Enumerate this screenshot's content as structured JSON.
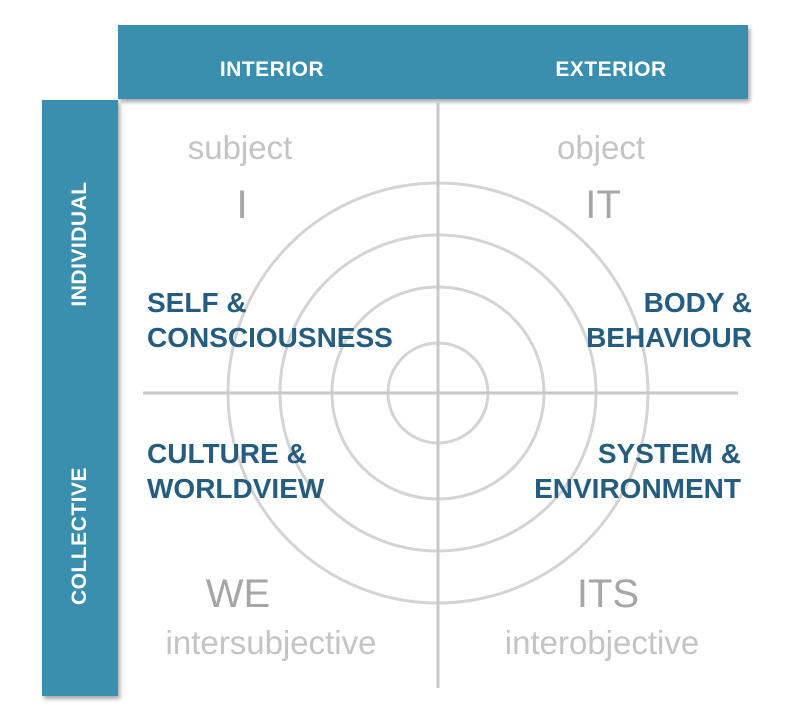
{
  "headers": {
    "top": {
      "interior": "INTERIOR",
      "exterior": "EXTERIOR"
    },
    "side": {
      "individual": "INDIVIDUAL",
      "collective": "COLLECTIVE"
    }
  },
  "quadrants": {
    "upper_left": {
      "perspective": "subject",
      "pronoun": "I",
      "title_line1": "SELF &",
      "title_line2": "CONSCIOUSNESS"
    },
    "upper_right": {
      "perspective": "object",
      "pronoun": "IT",
      "title_line1": "BODY &",
      "title_line2": "BEHAVIOUR"
    },
    "lower_left": {
      "perspective": "intersubjective",
      "pronoun": "WE",
      "title_line1": "CULTURE &",
      "title_line2": "WORLDVIEW"
    },
    "lower_right": {
      "perspective": "interobjective",
      "pronoun": "ITS",
      "title_line1": "SYSTEM &",
      "title_line2": "ENVIRONMENT"
    }
  },
  "colors": {
    "band": "#3a8fae",
    "title": "#245d80",
    "faint_text": "#c4c4c4",
    "ring": "#d4d4d4",
    "axis": "#c8c8c8"
  }
}
